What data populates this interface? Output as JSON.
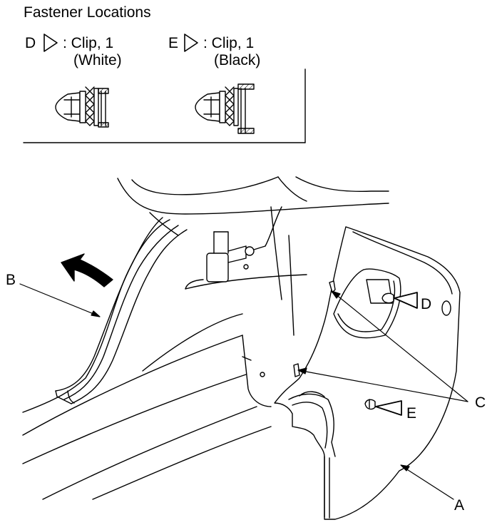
{
  "title": "Fastener Locations",
  "fasteners": [
    {
      "letter": "D",
      "desc": ": Clip, 1",
      "color": "(White)"
    },
    {
      "letter": "E",
      "desc": ": Clip, 1",
      "color": "(Black)"
    }
  ],
  "callouts": {
    "a": "A",
    "b": "B",
    "c": "C",
    "d": "D",
    "e": "E"
  }
}
